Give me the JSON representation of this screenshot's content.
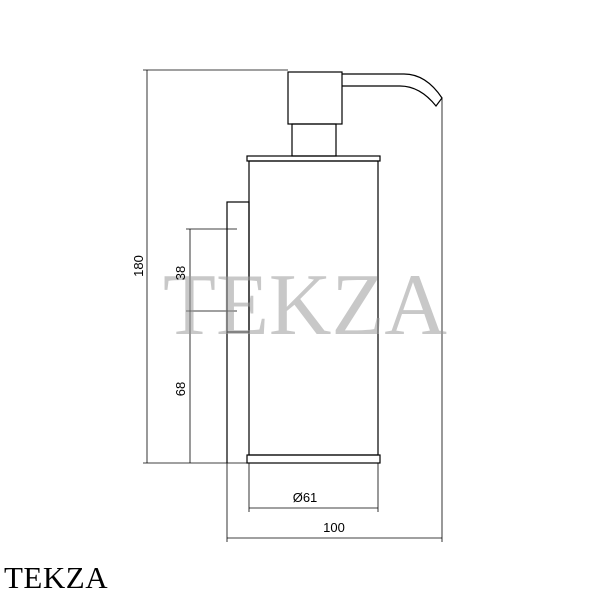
{
  "dimensions": {
    "total_height": "180",
    "upper_offset": "38",
    "lower_offset": "68",
    "diameter": "Ø61",
    "total_depth": "100"
  },
  "watermark": "TEKZA",
  "brand_label": "TEKZA",
  "colors": {
    "line": "#000000",
    "watermark": "#9a9a9a",
    "background": "#ffffff"
  }
}
